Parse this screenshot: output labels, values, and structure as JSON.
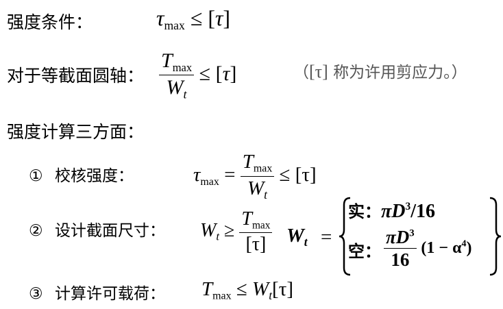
{
  "heading1": "强度条件：",
  "heading2": "对于等截面圆轴：",
  "note": {
    "open": "（",
    "symbol": "[τ]",
    "text": " 称为许用剪应力。）"
  },
  "heading3": "强度计算三方面：",
  "items": [
    {
      "marker": "①",
      "label": "校核强度："
    },
    {
      "marker": "②",
      "label": "设计截面尺寸："
    },
    {
      "marker": "③",
      "label": "计算许可载荷："
    }
  ],
  "math": {
    "tau": "τ",
    "max": "max",
    "T": "T",
    "W": "W",
    "t": "t",
    "leq": "≤",
    "geq": "≥",
    "eq": "=",
    "lbr": "[",
    "rbr": "]",
    "tau_bracket": "[τ]",
    "solid_label": "实：",
    "solid_expr": "πD",
    "three": "3",
    "slash16": "/16",
    "hollow_label": "空：",
    "sixteen": "16",
    "hollow_tail": "(1 − α",
    "four": "4",
    "close_paren": ")"
  }
}
